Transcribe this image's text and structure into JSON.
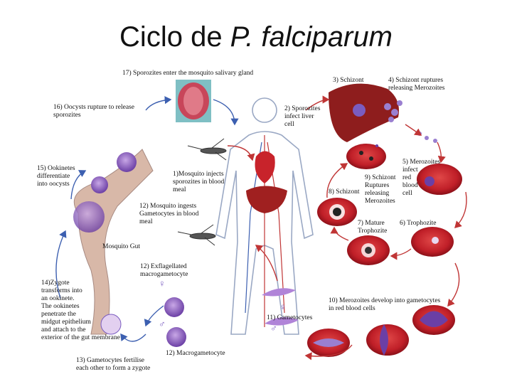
{
  "title": {
    "main": "Ciclo de ",
    "species": "P. falciparum"
  },
  "steps": {
    "s1": "1)Mosquito injects\nsporozites in blood\nmeal",
    "s2": "2) Sporozites\ninfect liver\ncell",
    "s3": "3) Schizont",
    "s4": "4) Schizont ruptures\nreleasing Merozoites",
    "s5": "5) Merozoites\ninfect\nred\nblood\ncell",
    "s6": "6) Trophozite",
    "s7": "7) Mature\nTrophozite",
    "s8": "8) Schizont",
    "s9": "9) Schizont\nRuptures\nreleasing\nMerozoites",
    "s10": "10) Merozoites develop into gametocytes\nin red blood cells",
    "s11": "11) Gametocytes",
    "s12a": "12) Mosquito ingests\nGametocytes in blood\nmeal",
    "s12b": "12) Exflagellated\nmacrogametocyte",
    "s12c": "12) Macrogametocyte",
    "s13": "13) Gametocytes fertilise\neach other to form a zygote",
    "s14": "14)Zygote\ntransforms into\nan ookinete.\nThe ookinetes\npenetrate the\nmidgut epithelium\nand attach to the\nexterior of the gut membrane",
    "s15": "15) Ookinetes\ndifferentiate\ninto oocysts",
    "s16": "16) Oocysts rupture to release\nsporozites",
    "s17": "17) Sporozites enter the mosquito salivary gland",
    "gut": "Mosquito Gut"
  },
  "symbols": {
    "female": "♀",
    "male": "♂"
  },
  "colors": {
    "arrow_blue": "#3c5fb0",
    "arrow_red": "#c03535",
    "rbc": "#c8232b",
    "liver": "#8e1d1d",
    "parasite": "#6b3fa5"
  }
}
